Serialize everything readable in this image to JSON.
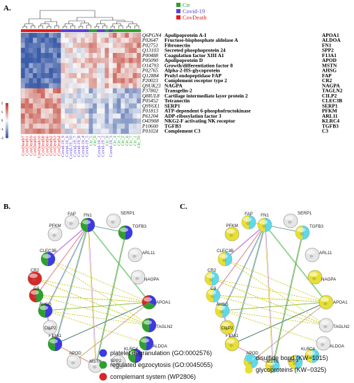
{
  "panels": {
    "a": "A.",
    "b": "B.",
    "c": "C."
  },
  "legend": [
    {
      "label": "Ctr",
      "color": "#2ca02c"
    },
    {
      "label": "Covid-19",
      "color": "#5b3fd6"
    },
    {
      "label": "CovDeath",
      "color": "#e31a1c"
    }
  ],
  "heatmap": {
    "colorscale": {
      "low": "#3b5ca8",
      "mid": "#f7f7f7",
      "high": "#c0392b",
      "ticks": [
        "2",
        "1",
        "0",
        "-1",
        "-2"
      ]
    },
    "proteins": [
      {
        "acc": "Q6PGN4",
        "name": "Apolipoprotein A-I",
        "gene": "APOA1"
      },
      {
        "acc": "P02647",
        "name": "Fructose-bisphosphate aldolase A",
        "gene": "ALDOA"
      },
      {
        "acc": "P02751",
        "name": "Fibronectin",
        "gene": "FN1"
      },
      {
        "acc": "Q13103",
        "name": "Secreted phosphoprotein 24",
        "gene": "SPP2"
      },
      {
        "acc": "P00488",
        "name": "Coagulation factor XIII A1",
        "gene": "F13A1"
      },
      {
        "acc": "P05090",
        "name": "Apolipoprotein D",
        "gene": "APOD"
      },
      {
        "acc": "O14793",
        "name": "Growth/differentiation factor 8",
        "gene": "MSTN"
      },
      {
        "acc": "P02765",
        "name": "Alpha-2-HS-glycoprotein",
        "gene": "AHSG"
      },
      {
        "acc": "Q12884",
        "name": "Prolyl endopeptidase FAP",
        "gene": "FAP"
      },
      {
        "acc": "P20023",
        "name": "Complement receptor type 2",
        "gene": "CR2"
      },
      {
        "acc": "Q9UK23",
        "name": "NAGPA",
        "gene": "NAGPA"
      },
      {
        "acc": "P37802",
        "name": "Transgelin-2",
        "gene": "TAGLN2"
      },
      {
        "acc": "Q8IUL8",
        "name": "Cartilage intermediate layer protein 2",
        "gene": "CILP2"
      },
      {
        "acc": "P05452",
        "name": "Tetranectin",
        "gene": "CLEC3B"
      },
      {
        "acc": "Q9Y6X1",
        "name": "SERP1",
        "gene": "SERP1"
      },
      {
        "acc": "P01813",
        "name": "ATP-dependent 6-phosphofructokinase",
        "gene": "PFKM"
      },
      {
        "acc": "P61204",
        "name": "ADP-ribosylation factor 3",
        "gene": "ARL11"
      },
      {
        "acc": "O43908",
        "name": "NKG2-F activating NK receptor",
        "gene": "KLRC4"
      },
      {
        "acc": "P10600",
        "name": "TGFB3",
        "gene": "TGFB3"
      },
      {
        "acc": "P01024",
        "name": "Complement C3",
        "gene": "C3"
      }
    ],
    "samples": [
      {
        "label": "CovDeath7",
        "group": "CovDeath"
      },
      {
        "label": "CovDeath1",
        "group": "CovDeath"
      },
      {
        "label": "CovDeath9",
        "group": "CovDeath"
      },
      {
        "label": "CovDeath5",
        "group": "CovDeath"
      },
      {
        "label": "CovDeath10",
        "group": "CovDeath"
      },
      {
        "label": "CovDeath8",
        "group": "CovDeath"
      },
      {
        "label": "CovDeath6",
        "group": "CovDeath"
      },
      {
        "label": "CovDeath2",
        "group": "CovDeath"
      },
      {
        "label": "CovDeath3",
        "group": "CovDeath"
      },
      {
        "label": "CovDeath4",
        "group": "CovDeath"
      },
      {
        "label": "Covid-19_9",
        "group": "Covid-19"
      },
      {
        "label": "Covid-19_6",
        "group": "Covid-19"
      },
      {
        "label": "Covid-19_10",
        "group": "Covid-19"
      },
      {
        "label": "Covid-19_7",
        "group": "Covid-19"
      },
      {
        "label": "Covid-19_8",
        "group": "Covid-19"
      },
      {
        "label": "Covid-19_4",
        "group": "Covid-19"
      },
      {
        "label": "Covid-19_5",
        "group": "Covid-19"
      },
      {
        "label": "Ctr_5",
        "group": "Ctr"
      },
      {
        "label": "Ctr_9",
        "group": "Ctr"
      },
      {
        "label": "Covid-19_1",
        "group": "Covid-19"
      },
      {
        "label": "Covid-19_2",
        "group": "Covid-19"
      },
      {
        "label": "Ctr_8",
        "group": "Ctr"
      },
      {
        "label": "Covid-19_3",
        "group": "Covid-19"
      },
      {
        "label": "Ctr_4",
        "group": "Ctr"
      },
      {
        "label": "Ctr_3",
        "group": "Ctr"
      },
      {
        "label": "Ctr_2",
        "group": "Ctr"
      },
      {
        "label": "Ctr_6",
        "group": "Ctr"
      },
      {
        "label": "Ctr_7",
        "group": "Ctr"
      },
      {
        "label": "Ctr_1",
        "group": "Ctr"
      },
      {
        "label": "Ctr_10",
        "group": "Ctr"
      }
    ]
  },
  "network_b": {
    "nodes": [
      {
        "label": "FN1",
        "colors": [
          "#3b3be0",
          "#2ca02c"
        ]
      },
      {
        "label": "SERP1",
        "colors": []
      },
      {
        "label": "TGFB3",
        "colors": [
          "#3b3be0",
          "#2ca02c"
        ]
      },
      {
        "label": "ARL11",
        "colors": []
      },
      {
        "label": "NAGPA",
        "colors": []
      },
      {
        "label": "APOA1",
        "colors": [
          "#3b3be0",
          "#2ca02c",
          "#d62728"
        ]
      },
      {
        "label": "TAGLN2",
        "colors": [
          "#3b3be0",
          "#2ca02c"
        ]
      },
      {
        "label": "ALDOA",
        "colors": [
          "#3b3be0",
          "#2ca02c"
        ]
      },
      {
        "label": "KLRC4",
        "colors": [
          "#3b3be0",
          "#2ca02c"
        ]
      },
      {
        "label": "SPP2",
        "colors": []
      },
      {
        "label": "MSTN",
        "colors": []
      },
      {
        "label": "APOD",
        "colors": []
      },
      {
        "label": "F13A1",
        "colors": [
          "#3b3be0",
          "#2ca02c"
        ]
      },
      {
        "label": "CILP2",
        "colors": []
      },
      {
        "label": "AHSG",
        "colors": [
          "#3b3be0",
          "#2ca02c"
        ]
      },
      {
        "label": "C3",
        "colors": [
          "#2ca02c",
          "#d62728"
        ]
      },
      {
        "label": "CR2",
        "colors": [
          "#d62728"
        ]
      },
      {
        "label": "CLEC3B",
        "colors": [
          "#3b3be0",
          "#2ca02c"
        ]
      },
      {
        "label": "PFKM",
        "colors": []
      },
      {
        "label": "FAP",
        "colors": []
      }
    ],
    "terms": [
      {
        "label": "platelet degranulation (GO:0002576)",
        "color": "#3b3be0"
      },
      {
        "label": "regulated egzocytosis (GO:0045055)",
        "color": "#2ca02c"
      },
      {
        "label": "complemant system (WP2806)",
        "color": "#d62728"
      }
    ]
  },
  "network_c": {
    "nodes": [
      {
        "label": "FN1",
        "colors": [
          "#5fd8e8",
          "#e8e030"
        ]
      },
      {
        "label": "SERP1",
        "colors": []
      },
      {
        "label": "TGFB3",
        "colors": [
          "#5fd8e8",
          "#e8e030"
        ]
      },
      {
        "label": "ARL11",
        "colors": []
      },
      {
        "label": "NAGPA",
        "colors": [
          "#e8e030"
        ]
      },
      {
        "label": "APOA1",
        "colors": [
          "#e8e030"
        ]
      },
      {
        "label": "TAGLN2",
        "colors": []
      },
      {
        "label": "ALDOA",
        "colors": []
      },
      {
        "label": "KLRC4",
        "colors": [
          "#5fd8e8",
          "#e8e030"
        ]
      },
      {
        "label": "SPP2",
        "colors": [
          "#5fd8e8",
          "#e8e030"
        ]
      },
      {
        "label": "MSTN",
        "colors": [
          "#5fd8e8",
          "#e8e030"
        ]
      },
      {
        "label": "APOD",
        "colors": [
          "#5fd8e8",
          "#e8e030"
        ]
      },
      {
        "label": "F13A1",
        "colors": [
          "#e8e030"
        ]
      },
      {
        "label": "CILP2",
        "colors": [
          "#e8e030"
        ]
      },
      {
        "label": "AHSG",
        "colors": [
          "#5fd8e8",
          "#e8e030"
        ]
      },
      {
        "label": "C3",
        "colors": [
          "#5fd8e8",
          "#e8e030"
        ]
      },
      {
        "label": "CR2",
        "colors": [
          "#5fd8e8",
          "#e8e030"
        ]
      },
      {
        "label": "CLEC3B",
        "colors": [
          "#5fd8e8",
          "#e8e030"
        ]
      },
      {
        "label": "PFKM",
        "colors": [
          "#e8e030"
        ]
      },
      {
        "label": "FAP",
        "colors": [
          "#5fd8e8",
          "#e8e030"
        ]
      }
    ],
    "terms": [
      {
        "label": "disulfide bond (KW−1015)",
        "color": "#5fd8e8"
      },
      {
        "label": "glycoproteins (KW−0325)",
        "color": "#e8e030"
      }
    ]
  }
}
